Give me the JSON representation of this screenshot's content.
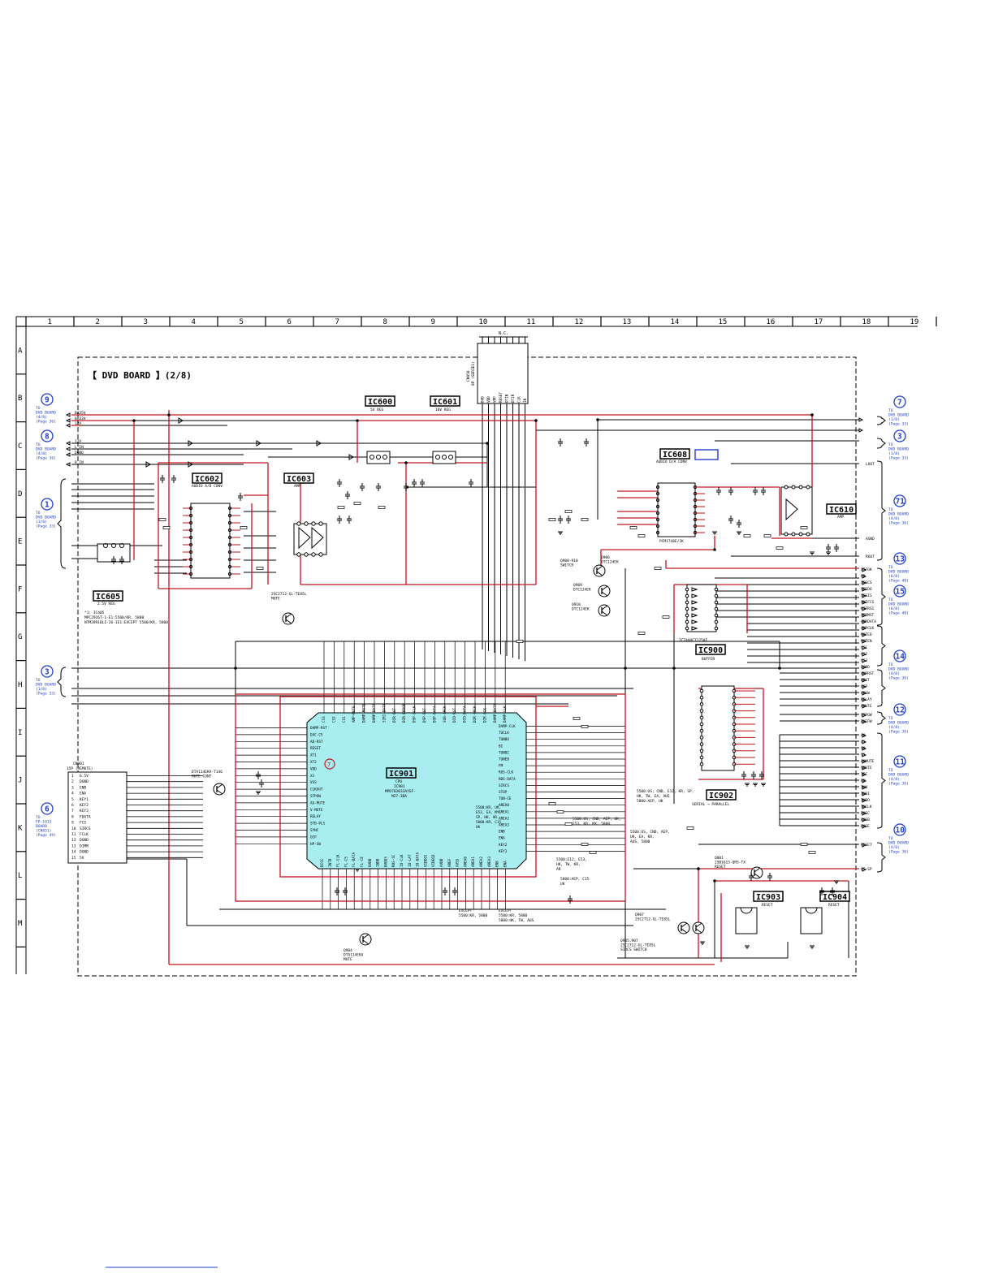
{
  "board_title": "【 DVD BOARD 】(2/8)",
  "grid": {
    "columns": [
      "1",
      "2",
      "3",
      "4",
      "5",
      "6",
      "7",
      "8",
      "9",
      "10",
      "11",
      "12",
      "13",
      "14",
      "15",
      "16",
      "17",
      "18",
      "19"
    ],
    "rows": [
      "A",
      "B",
      "C",
      "D",
      "E",
      "F",
      "G",
      "H",
      "I",
      "J",
      "K",
      "L",
      "M"
    ]
  },
  "chips": {
    "ic600": {
      "name": "IC600",
      "desc": "5V REG"
    },
    "ic601": {
      "name": "IC601",
      "desc": "10V REG"
    },
    "ic602": {
      "name": "IC602",
      "desc": "AUDIO A/D CONV"
    },
    "ic603": {
      "name": "IC603",
      "desc": "AMP"
    },
    "ic605": {
      "name": "IC605",
      "desc": "2.5V REG"
    },
    "ic608": {
      "name": "IC608",
      "desc": "AUDIO D/A CONV",
      "part": "PCM1748E/2K"
    },
    "ic610": {
      "name": "IC610",
      "desc": "AMP"
    },
    "ic900": {
      "name": "IC900",
      "desc": "BUFFER",
      "part": "TC74VHCT125AF"
    },
    "ic901": {
      "name": "IC901",
      "desc": "CPU",
      "lines": [
        "IC901",
        "MPD703033AYGF-",
        "M27-3BA"
      ]
    },
    "ic902": {
      "name": "IC902",
      "desc": "SERIAL → PARALLEL"
    },
    "ic903": {
      "name": "IC903",
      "desc": "RESET"
    },
    "ic904": {
      "name": "IC904",
      "desc": "RESET"
    }
  },
  "connectors": {
    "left": [
      {
        "num": "9",
        "lines": [
          "TO",
          "DVD BOARD",
          "(4/8)",
          "(Page 36)"
        ]
      },
      {
        "num": "8",
        "lines": [
          "TO",
          "DVD BOARD",
          "(4/8)",
          "(Page 36)"
        ]
      },
      {
        "num": "1",
        "lines": [
          "TO",
          "DVD BOARD",
          "(1/8)",
          "(Page 33)"
        ]
      },
      {
        "num": "3",
        "lines": [
          "TO",
          "DVD BOARD",
          "(1/8)",
          "(Page 33)"
        ]
      },
      {
        "num": "6",
        "lines": [
          "TO",
          "FP-1033",
          "BOARD",
          "(CN851)",
          "(Page 49)"
        ]
      }
    ],
    "right": [
      {
        "num": "7",
        "lines": [
          "TO",
          "DVD BOARD",
          "(1/8)",
          "(Page 33)"
        ]
      },
      {
        "num": "3",
        "lines": [
          "TO",
          "DVD BOARD",
          "(1/8)",
          "(Page 33)"
        ]
      },
      {
        "num": "71",
        "lines": [
          "TO",
          "DVD BOARD",
          "(4/8)",
          "(Page 36)"
        ]
      },
      {
        "num": "13",
        "lines": [
          "TO",
          "DVD BOARD",
          "(6/8)",
          "(Page 40)"
        ]
      },
      {
        "num": "15",
        "lines": [
          "TO",
          "DVD BOARD",
          "(6/8)",
          "(Page 40)"
        ]
      },
      {
        "num": "14",
        "lines": [
          "TO",
          "DVD BOARD",
          "(4/8)",
          "(Page 36)"
        ]
      },
      {
        "num": "12",
        "lines": [
          "TO",
          "DVD BOARD",
          "(4/8)",
          "(Page 36)"
        ]
      },
      {
        "num": "11",
        "lines": [
          "TO",
          "DVD BOARD",
          "(4/8)",
          "(Page 36)"
        ]
      },
      {
        "num": "10",
        "lines": [
          "TO",
          "DVD BOARD",
          "(4/8)",
          "(Page 36)"
        ]
      }
    ]
  },
  "left_signals_top": [
    "BA35V",
    "BA33V",
    "12V",
    "12V",
    "L IN",
    "DGND",
    "R IN"
  ],
  "right_signals_top": [
    "",
    "",
    "LOUT",
    "",
    "AGND",
    "",
    "ROUT"
  ],
  "right_signals_mid": [
    "XIFOK",
    "FR",
    "XFSCS",
    "SFSDO",
    "SFSIS",
    "XKIFCS",
    "KIFRS1",
    "XFRMST",
    "AMPDATA",
    "AMPCLK",
    "MUTED",
    "MUTEN",
    "CS1",
    "CS2",
    "CS3",
    "DGND"
  ],
  "right_signals_mid2": [
    "AMPRST",
    "BRST",
    "OCP",
    "HPSW",
    "RELAY",
    "FMUTE"
  ],
  "right_signals_low": [
    "STPOW",
    "EKEPW"
  ],
  "right_signals_bus": [
    "A0",
    "A1",
    "V0",
    "V1",
    "AUMUTE",
    "VMUTE",
    "TEC",
    "FM",
    "TUN",
    "TUBI",
    "TUBO",
    "TUCLK",
    "ROSC",
    "ROSB",
    "ROSE"
  ],
  "right_signals_bottom": [
    "RESET",
    "CS-SP"
  ],
  "cn901": {
    "title": "CN901",
    "subtitle": "15P (REMOTE)",
    "pins": [
      {
        "n": "1",
        "name": "6.5V"
      },
      {
        "n": "2",
        "name": "DGND"
      },
      {
        "n": "3",
        "name": "ENB"
      },
      {
        "n": "4",
        "name": "ENA"
      },
      {
        "n": "5",
        "name": "KEY1"
      },
      {
        "n": "6",
        "name": "KEY2"
      },
      {
        "n": "7",
        "name": "KEY3"
      },
      {
        "n": "8",
        "name": "FDATA"
      },
      {
        "n": "9",
        "name": "FCS"
      },
      {
        "n": "10",
        "name": "SIRCS"
      },
      {
        "n": "11",
        "name": "FCLK"
      },
      {
        "n": "12",
        "name": "DGND"
      },
      {
        "n": "13",
        "name": "DIMM"
      },
      {
        "n": "14",
        "name": "DGND"
      },
      {
        "n": "15",
        "name": "5V"
      }
    ]
  },
  "cn950": {
    "title": "CN950",
    "subtitle": "8P (SERIES)",
    "pins": [
      "DVD",
      "VDD",
      "VPP",
      "RESET",
      "DTIN",
      "DTIR",
      "CLK",
      "IN"
    ]
  },
  "nc_label": "N.C.",
  "transistors": [
    {
      "ref": "Q600",
      "lines": [
        "2SC2712-GL-TE85L",
        "MUTE"
      ]
    },
    {
      "ref": "Q901",
      "lines": [
        "DTA114EKA-T146",
        "MUTE CONT"
      ]
    },
    {
      "ref": "Q908-910",
      "lines": [
        "Q908-910",
        "SWITCH"
      ]
    },
    {
      "ref": "Q906",
      "lines": [
        "Q906",
        "DTC124EK"
      ]
    },
    {
      "ref": "Q909",
      "lines": [
        "Q909",
        "DTC124EK"
      ]
    },
    {
      "ref": "Q910",
      "lines": [
        "Q910",
        "DTC124EK"
      ]
    },
    {
      "ref": "Q904",
      "lines": [
        "Q904",
        "DTA114EKA",
        "MUTE"
      ]
    },
    {
      "ref": "Q907",
      "lines": [
        "Q907",
        "2SC2712-GL-TE85L"
      ]
    },
    {
      "ref": "Q905",
      "lines": [
        "Q905,907",
        "2SC2712-GL-TE85L",
        "SIRCS SWITCH"
      ]
    },
    {
      "ref": "Q001",
      "lines": [
        "Q001",
        "2SB1615-QRS-TX",
        "RESET"
      ]
    }
  ],
  "notes": {
    "ic605_note": [
      "*1: IC405",
      "MPC2926T-1-E1:5500/KR, 5800",
      "NTM2891BLI-26-1E1:EXCEPT 5500/KR, 5800"
    ],
    "except_note1": [
      "EXCEPT",
      "5500:KR, 5800"
    ],
    "except_note2": [
      "5800:HK, TW, AUS"
    ],
    "ic901_variants": [
      "5500:KR, UK,",
      "E53, EA, MY,",
      "SP, HK, AR",
      "5800:KR, C15",
      "UK"
    ],
    "variant_a": [
      "5500:US, CND, AEP, UK,",
      "E53, KR, MX, 5800"
    ],
    "variant_b": [
      "5500:US, CND, E12, KR, SP,",
      "HK, TW, EA, AUS",
      "5800:AEP, UK"
    ],
    "variant_c": [
      "5500:US, CND, AEP,",
      "UK, EA, KR,",
      "AUS, 5800"
    ],
    "variant_d": [
      "5500:E12, E53,",
      "HK, TW, KR,",
      "AR"
    ],
    "variant_e": [
      "5800:AEP, C15",
      "UK"
    ]
  },
  "pin_labels_ic901_left": [
    "DAMP-RST",
    "DAC-CS",
    "AD-RST",
    "RESET",
    "XT1",
    "XT2",
    "VDD",
    "X1",
    "VSS",
    "CLKOUT",
    "STPOW",
    "AU-MUTE",
    "V-MUTE",
    "RELAY",
    "STB-PLS",
    "SYNC",
    "OCP",
    "HP-SW"
  ],
  "pin_labels_ic901_right": [
    "DAMP-CLK",
    "TUCLK",
    "TUNBO",
    "BI",
    "TUNBI",
    "TUNEB",
    "FM",
    "ROS-CLK",
    "RDS-DATA",
    "SIRCS",
    "STOP",
    "TUN-CE",
    "AREA0",
    "AREA1",
    "AREA2",
    "AREA3",
    "ENB",
    "ENA",
    "KEY2",
    "KEY1"
  ],
  "pin_labels_ic901_top": [
    "CS3",
    "CS2",
    "CS1",
    "AMP-MUTE",
    "DAMP-MUTE",
    "DAMP-DATA",
    "SIRI-DATA",
    "DIR-RST",
    "DIR-ERROR",
    "DSP-BCLK",
    "DSP-RST",
    "DSP-DATA",
    "SUB-LRCK",
    "DIO-RST",
    "DIO-DATA",
    "DIR-LRCK",
    "DIR-BCK",
    "DAMP-DATA",
    "DAMP-CLK"
  ],
  "pin_labels_ic901_bottom": [
    "DISC",
    "INTR",
    "FL-CLK",
    "FL-CS",
    "FL-DATA",
    "FL-CE",
    "BVDD",
    "IBDD",
    "NVBUS",
    "ROS-SC",
    "IO-CLK",
    "IO-LAT",
    "IO-DATA",
    "VIDEO1",
    "VIDEO2",
    "AVDD",
    "AREF",
    "AVSS",
    "AREA0",
    "AREA1",
    "AREA2",
    "AREA3",
    "ENB",
    "ENA"
  ]
}
